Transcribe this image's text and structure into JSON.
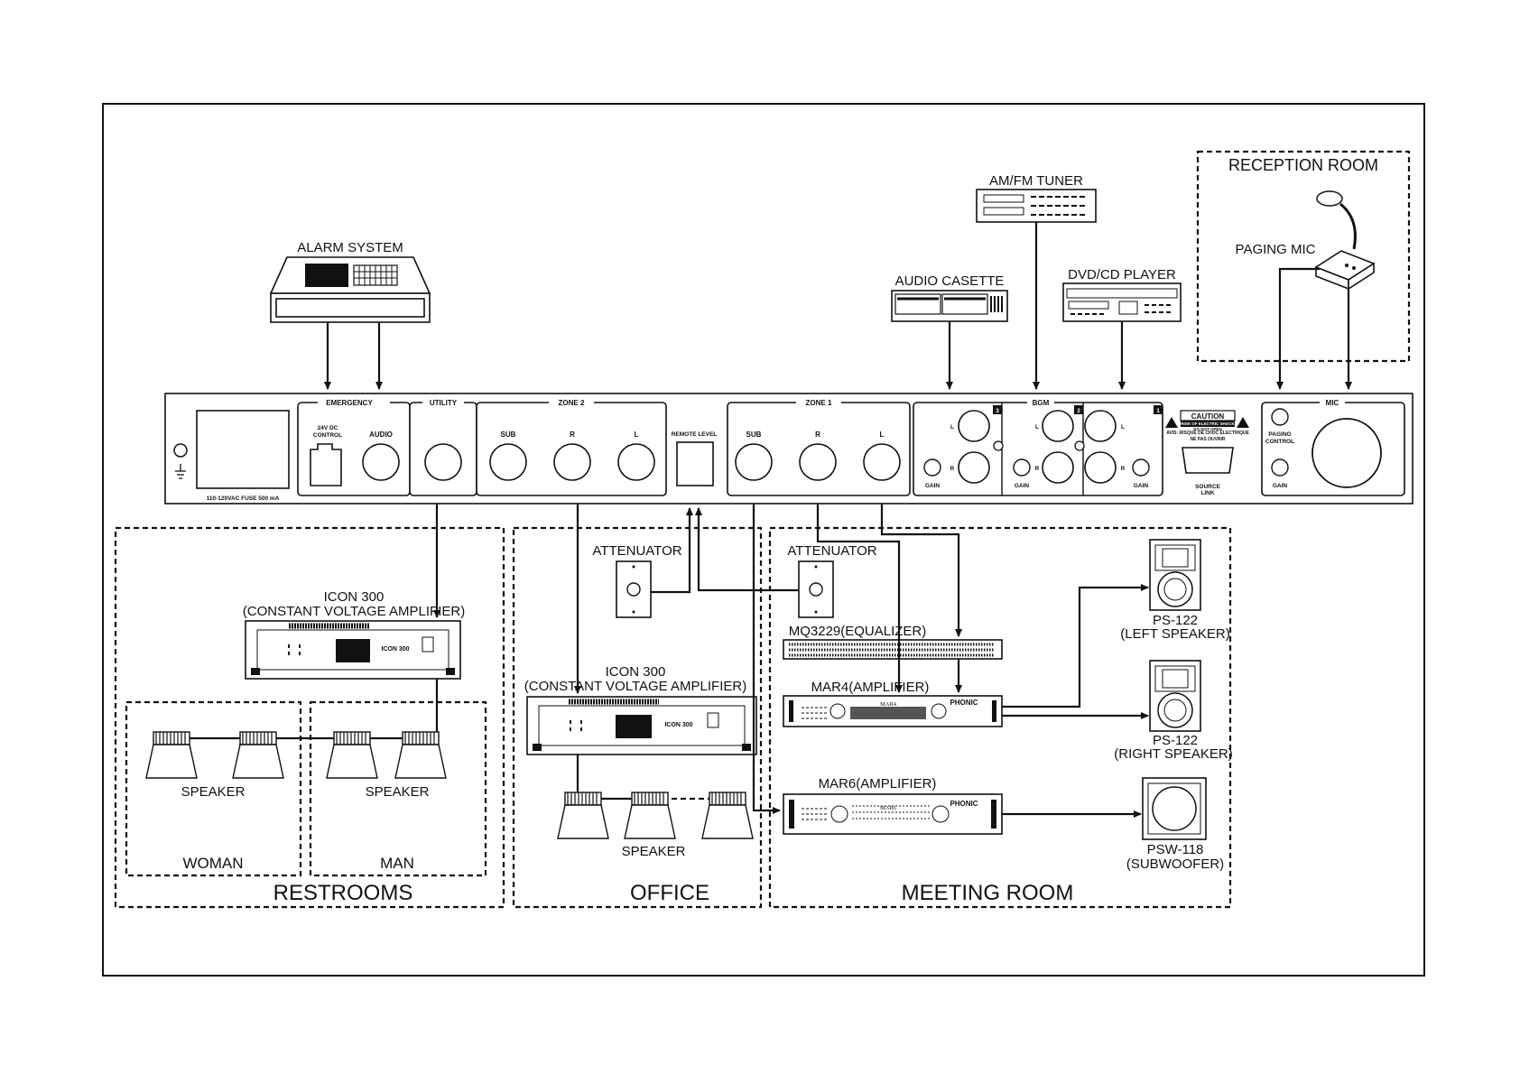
{
  "devices": {
    "alarm": "ALARM SYSTEM",
    "tuner": "AM/FM TUNER",
    "cassette": "AUDIO CASETTE",
    "dvd": "DVD/CD PLAYER",
    "reception": "RECEPTION ROOM",
    "paging_mic": "PAGING MIC"
  },
  "panel": {
    "emergency": "EMERGENCY",
    "ctrl_24v": "24V DC",
    "ctrl_control": "CONTROL",
    "audio": "AUDIO",
    "utility": "UTILITY",
    "zone2": "ZONE 2",
    "zone1": "ZONE 1",
    "sub": "SUB",
    "r": "R",
    "l": "L",
    "remote_level": "REMOTE LEVEL",
    "bgm": "BGM",
    "gain": "GAIN",
    "bgm_nums": [
      "3",
      "2",
      "1"
    ],
    "caution": "CAUTION",
    "caution_line1": "RISK OF ELECTRIC SHOCK",
    "caution_line2": "DO NOT OPEN",
    "avis_line1": "AVIS: RISQUE DE CHOC ELECTRIQUE",
    "avis_line2": "NE PAS OUVRIR",
    "source": "SOURCE",
    "link": "LINK",
    "mic": "MIC",
    "paging": "PAGING",
    "control": "CONTROL",
    "fuse": "110-120VAC FUSE  500 mA"
  },
  "zones": {
    "restrooms": "RESTROOMS",
    "woman": "WOMAN",
    "man": "MAN",
    "office": "OFFICE",
    "meeting": "MEETING ROOM"
  },
  "equipment": {
    "icon300": "ICON 300",
    "cva": "(CONSTANT VOLTAGE AMPLIFIER)",
    "icon_badge": "ICON 300",
    "attenuator": "ATTENUATOR",
    "speaker": "SPEAKER",
    "mq": "MQ3229(EQUALIZER)",
    "mar4": "MAR4(AMPLIFIER)",
    "mar6": "MAR6(AMPLIFIER)",
    "mar4_badge": "MAR4",
    "mar6_badge": "MAR6",
    "phonic": "PHONIC",
    "ps122": "PS-122",
    "left_spk": "(LEFT SPEAKER)",
    "right_spk": "(RIGHT SPEAKER)",
    "psw118": "PSW-118",
    "subwoofer": "(SUBWOOFER)"
  }
}
